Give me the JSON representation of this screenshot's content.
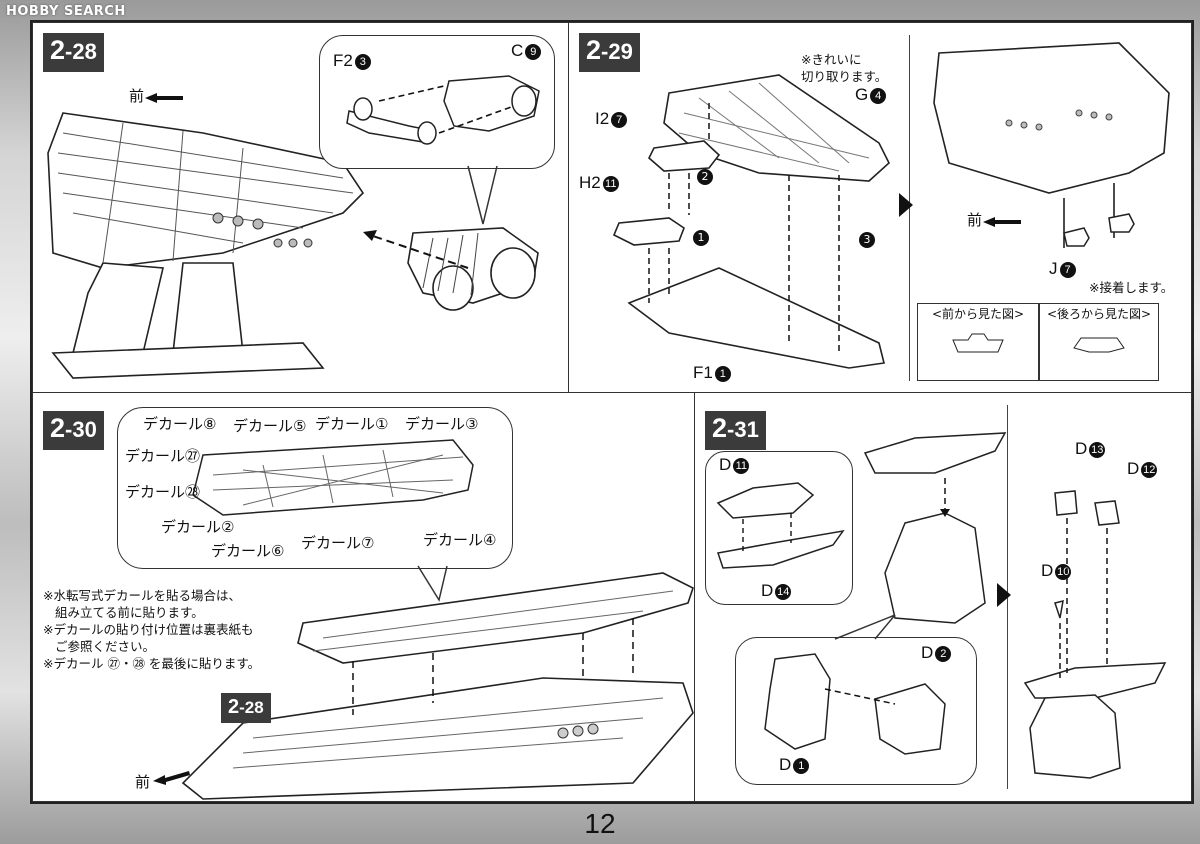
{
  "watermark": "HOBBY SEARCH",
  "page_number": "12",
  "steps": {
    "s28": {
      "major": "2",
      "minor": "-28"
    },
    "s29": {
      "major": "2",
      "minor": "-29"
    },
    "s30": {
      "major": "2",
      "minor": "-30"
    },
    "s31": {
      "major": "2",
      "minor": "-31"
    },
    "s28_ref": {
      "major": "2",
      "minor": "-28"
    }
  },
  "p28": {
    "front_label": "前",
    "part_f2": "F2",
    "part_f2_num": "3",
    "part_c": "C",
    "part_c_num": "9"
  },
  "p29": {
    "note_cut": "※きれいに",
    "note_cut2": "切り取ります。",
    "part_g": "G",
    "part_g_num": "4",
    "part_i2": "I2",
    "part_i2_num": "7",
    "part_h2": "H2",
    "part_h2_num": "11",
    "part_f1": "F1",
    "part_f1_num": "1",
    "order1": "1",
    "order2": "2",
    "order3": "3",
    "front_label": "前",
    "part_j": "J",
    "part_j_num": "7",
    "note_glue": "※接着します。",
    "view_front": "<前から見た図>",
    "view_back": "<後ろから見た図>"
  },
  "p30": {
    "decal8": "デカール⑧",
    "decal5": "デカール⑤",
    "decal1": "デカール①",
    "decal3": "デカール③",
    "decal27": "デカール㉗",
    "decal28": "デカール㉘",
    "decal2": "デカール②",
    "decal6": "デカール⑥",
    "decal7": "デカール⑦",
    "decal4": "デカール④",
    "note1": "※水転写式デカールを貼る場合は、",
    "note1b": "組み立てる前に貼ります。",
    "note2": "※デカールの貼り付け位置は裏表紙も",
    "note2b": "ご参照ください。",
    "note3": "※デカール ㉗・㉘ を最後に貼ります。",
    "front_label": "前"
  },
  "p31": {
    "part_d11": "D",
    "part_d11_num": "11",
    "part_d14": "D",
    "part_d14_num": "14",
    "part_d13": "D",
    "part_d13_num": "13",
    "part_d12": "D",
    "part_d12_num": "12",
    "part_d10": "D",
    "part_d10_num": "10",
    "part_d2": "D",
    "part_d2_num": "2",
    "part_d1": "D",
    "part_d1_num": "1"
  }
}
